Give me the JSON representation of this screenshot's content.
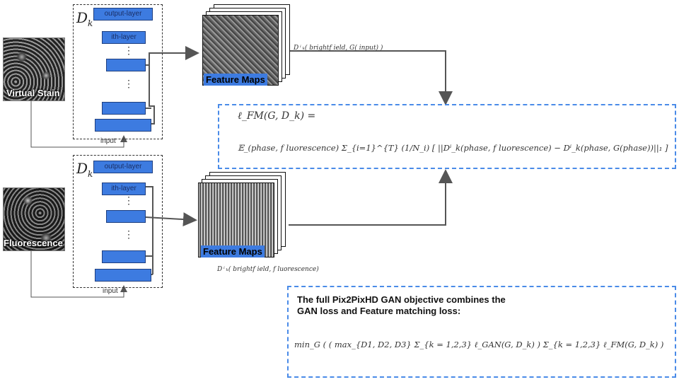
{
  "left_images": [
    {
      "label": "Virtual Stain"
    },
    {
      "label": "Fluorescence"
    }
  ],
  "discriminator": {
    "title": "D",
    "title_sub": "k",
    "output_layer": "output-layer",
    "ith_layer": "ith-layer",
    "input_label": "input",
    "dots": "⋮"
  },
  "feature_maps": {
    "label": "Feature Maps",
    "top_caption": "D ⁱ ₖ( brightf ield, G( input) )",
    "bottom_caption": "D ⁱ ₖ( brightf ield, f luorescence)"
  },
  "fm_loss": {
    "line1": "ℓ_FM(G, D_k) =",
    "line2": "𝔼_(phase, f luorescence) Σ_{i=1}^{T} (1/N_i) [ ||Dⁱ_k(phase, f luorescence) − Dⁱ_k(phase, G(phase))||₁ ]"
  },
  "objective": {
    "text": "The full Pix2PixHD GAN objective combines the GAN loss and Feature matching loss:",
    "formula": "min_G ( ( max_{D1, D2, D3} Σ_{k = 1,2,3} ℓ_GAN(G, D_k) ) Σ_{k = 1,2,3} ℓ_FM(G, D_k) )"
  },
  "colors": {
    "layer_blue": "#3d7be0",
    "dash_blue": "#4a8be8",
    "arrow_gray": "#555555"
  }
}
